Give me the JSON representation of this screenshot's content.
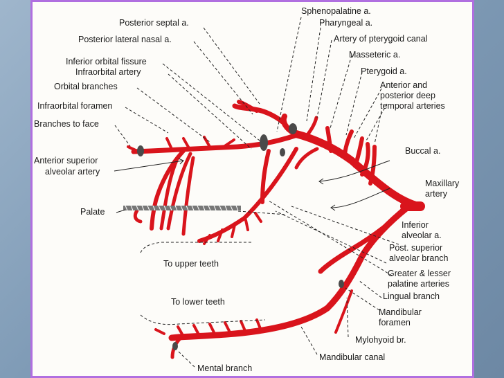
{
  "labels": {
    "posterior_septal": "Posterior septal a.",
    "posterior_lateral_nasal": "Posterior lateral nasal a.",
    "inferior_orbital_fissure": "Inferior orbital fissure",
    "infraorbital_artery": "Infraorbital artery",
    "orbital_branches": "Orbital branches",
    "infraorbital_foramen": "Infraorbital foramen",
    "branches_to_face": "Branches to face",
    "anterior_superior_1": "Anterior superior",
    "anterior_superior_2": "alveolar artery",
    "palate": "Palate",
    "to_upper_teeth": "To upper teeth",
    "to_lower_teeth": "To lower teeth",
    "mental_branch": "Mental branch",
    "sphenopalatine": "Sphenopalatine a.",
    "pharyngeal": "Pharyngeal a.",
    "artery_pterygoid_canal": "Artery of pterygoid canal",
    "masseteric": "Masseteric a.",
    "pterygoid": "Pterygoid a.",
    "ant_post_deep_1": "Anterior and",
    "ant_post_deep_2": "posterior deep",
    "ant_post_deep_3": "temporal arteries",
    "buccal": "Buccal a.",
    "maxillary_1": "Maxillary",
    "maxillary_2": "artery",
    "inferior_alveolar_1": "Inferior",
    "inferior_alveolar_2": "alveolar a.",
    "post_superior_alveolar_1": "Post. superior",
    "post_superior_alveolar_2": "alveolar branch",
    "greater_lesser_palatine_1": "Greater & lesser",
    "greater_lesser_palatine_2": "palatine arteries",
    "lingual_branch": "Lingual branch",
    "mandibular_foramen_1": "Mandibular",
    "mandibular_foramen_2": "foramen",
    "mylohyoid": "Mylohyoid br.",
    "mandibular_canal": "Mandibular canal"
  },
  "colors": {
    "artery": "#d9141c",
    "frame_border": "#b06fe0",
    "paper": "#fdfcf9"
  }
}
